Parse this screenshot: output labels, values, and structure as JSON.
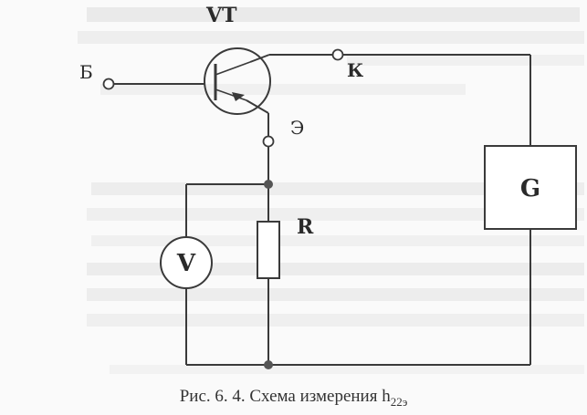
{
  "figure": {
    "labels": {
      "transistor": "VT",
      "base": "Б",
      "collector": "К",
      "emitter": "Э",
      "resistor": "R",
      "voltmeter": "V",
      "generator": "G"
    },
    "caption": {
      "text": "Рис. 6. 4. Схема измерения h",
      "subscript": "22э"
    }
  }
}
